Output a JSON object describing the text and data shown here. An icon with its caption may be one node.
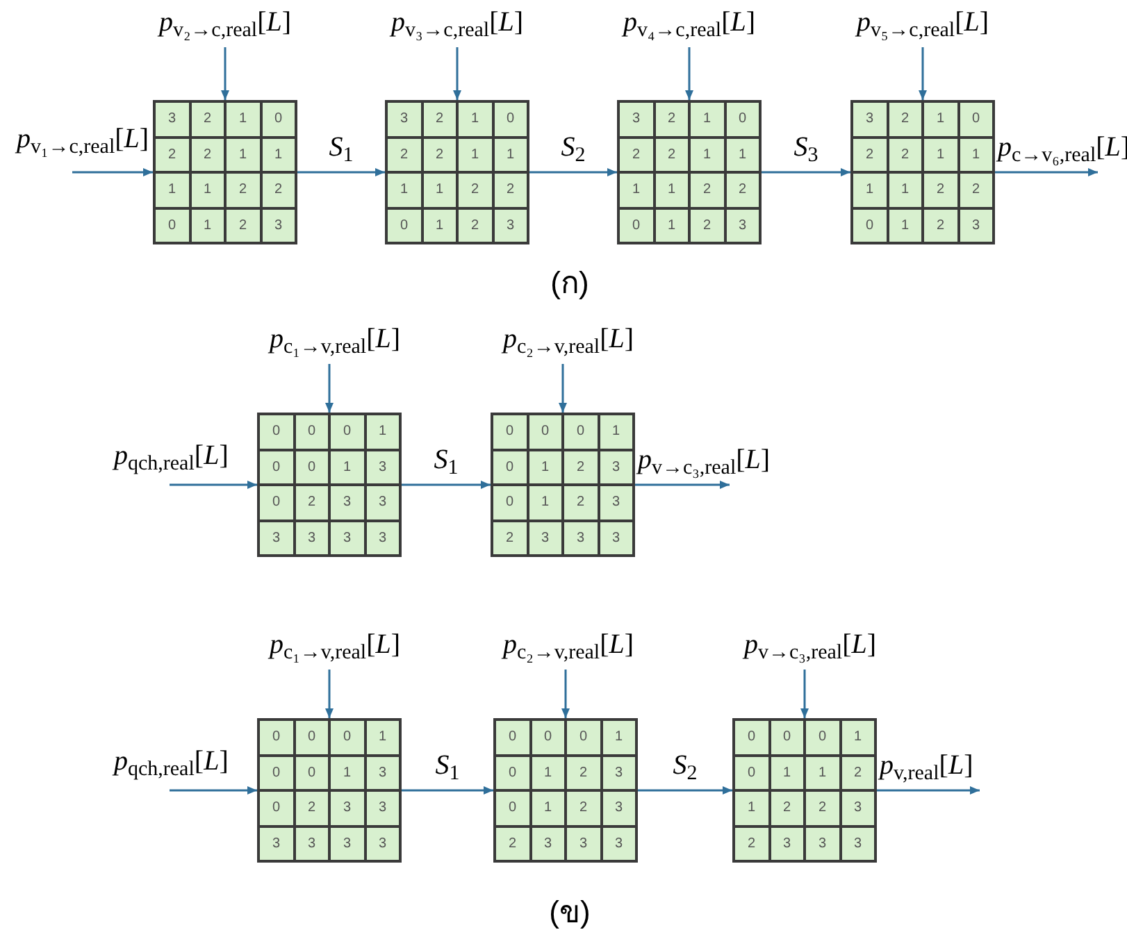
{
  "diagram": {
    "nodes": [
      {
        "text": [
          "*p*$_{v₁→c,real}$[*L*]"
        ]
      },
      {
        "text": [
          "*p*$_{v₂→c,real}$[*L*]"
        ]
      },
      {
        "text": [
          "3",
          "2",
          "1",
          "0",
          "2",
          "2",
          "1",
          "1",
          "1",
          "1",
          "2",
          "2",
          "0",
          "1",
          "2",
          "3"
        ]
      },
      {
        "text": [
          "*p*$_{v₃→c,real}$[*L*]"
        ]
      },
      {
        "text": [
          "3",
          "2",
          "1",
          "0",
          "2",
          "2",
          "1",
          "1",
          "1",
          "1",
          "2",
          "2",
          "0",
          "1",
          "2",
          "3"
        ]
      },
      {
        "text": [
          "*p*$_{v₄→c,real}$[*L*]"
        ]
      },
      {
        "text": [
          "3",
          "2",
          "1",
          "0",
          "2",
          "2",
          "1",
          "1",
          "1",
          "1",
          "2",
          "2",
          "0",
          "1",
          "2",
          "3"
        ]
      },
      {
        "text": [
          "*p*$_{v₅→c,real}$[*L*]"
        ]
      },
      {
        "text": [
          "3",
          "2",
          "1",
          "0",
          "2",
          "2",
          "1",
          "1",
          "1",
          "1",
          "2",
          "2",
          "0",
          "1",
          "2",
          "3"
        ]
      },
      {
        "text": [
          "*p*$_{qch,real}$[*L*]"
        ]
      },
      {
        "text": [
          "*p*$_{c₁→v,real}$[*L*]"
        ]
      },
      {
        "text": [
          "0",
          "0",
          "0",
          "1",
          "0",
          "0",
          "1",
          "3",
          "0",
          "2",
          "3",
          "3",
          "3",
          "3",
          "3",
          "3"
        ]
      },
      {
        "text": [
          "*p*$_{c₂→v,real}$[*L*]"
        ]
      },
      {
        "text": [
          "0",
          "0",
          "0",
          "1",
          "0",
          "1",
          "2",
          "3",
          "0",
          "1",
          "2",
          "3",
          "2",
          "3",
          "3",
          "3"
        ]
      },
      {
        "text": [
          "*p*$_{qch,real}$[*L*]"
        ]
      },
      {
        "text": [
          "*p*$_{c₁→v,real}$[*L*]"
        ]
      },
      {
        "text": [
          "0",
          "0",
          "0",
          "1",
          "0",
          "0",
          "1",
          "3",
          "0",
          "2",
          "3",
          "3",
          "3",
          "3",
          "3",
          "3"
        ]
      },
      {
        "text": [
          "*p*$_{c₂→v,real}$[*L*]"
        ]
      },
      {
        "text": [
          "0",
          "0",
          "0",
          "1",
          "0",
          "1",
          "2",
          "3",
          "0",
          "1",
          "2",
          "3",
          "2",
          "3",
          "3",
          "3"
        ]
      },
      {
        "text": [
          "*p*$_{v→c₃,real}$[*L*]"
        ]
      },
      {
        "text": [
          "0",
          "0",
          "0",
          "1",
          "0",
          "1",
          "1",
          "2",
          "1",
          "2",
          "2",
          "3",
          "2",
          "3",
          "3",
          "3"
        ]
      }
    ],
    "edges": [
      {
        "from": 0,
        "to": 2,
        "arrow": "to"
      },
      {
        "from": 1,
        "to": 2,
        "arrow": "to"
      },
      {
        "from": 2,
        "to": 4,
        "arrow": "to",
        "label": "*S*$_{1}$"
      },
      {
        "from": 3,
        "to": 4,
        "arrow": "to"
      },
      {
        "from": 4,
        "to": 6,
        "arrow": "to",
        "label": "*S*$_{2}$"
      },
      {
        "from": 5,
        "to": 6,
        "arrow": "to"
      },
      {
        "from": 6,
        "to": 8,
        "arrow": "to",
        "label": "*S*$_{3}$"
      },
      {
        "from": 7,
        "to": 8,
        "arrow": "to"
      },
      {
        "from": 8,
        "to": null,
        "arrow": "to",
        "label": "*p*$_{c→v₆,real}$[*L*]"
      },
      {
        "from": 9,
        "to": 11,
        "arrow": "to"
      },
      {
        "from": 10,
        "to": 11,
        "arrow": "to"
      },
      {
        "from": 11,
        "to": 13,
        "arrow": "to",
        "label": "*S*$_{1}$"
      },
      {
        "from": 12,
        "to": 13,
        "arrow": "to"
      },
      {
        "from": 13,
        "to": null,
        "arrow": "to",
        "label": "*p*$_{v→c₃,real}$[*L*]"
      },
      {
        "from": 14,
        "to": 16,
        "arrow": "to"
      },
      {
        "from": 15,
        "to": 16,
        "arrow": "to"
      },
      {
        "from": 16,
        "to": 18,
        "arrow": "to",
        "label": "*S*$_{1}$"
      },
      {
        "from": 17,
        "to": 18,
        "arrow": "to"
      },
      {
        "from": 18,
        "to": 20,
        "arrow": "to",
        "label": "*S*$_{2}$"
      },
      {
        "from": 19,
        "to": 20,
        "arrow": "to"
      },
      {
        "from": 20,
        "to": null,
        "arrow": "to",
        "label": "*p*$_{v,real}$[*L*]"
      }
    ],
    "labels": [
      "(ก)",
      "(ข)"
    ]
  }
}
